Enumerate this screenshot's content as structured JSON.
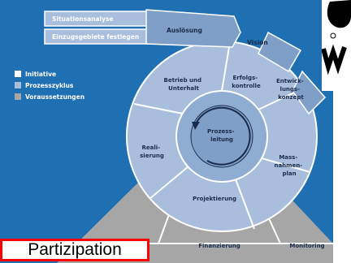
{
  "colors": {
    "background": "#1f6fb3",
    "ring": "#7f9fc8",
    "ring_light": "#a9bedd",
    "center": "#8facd2",
    "grey": "#a6a6a6",
    "white": "#ffffff",
    "dark_text": "#1a2b4a",
    "red": "#ff0000"
  },
  "top_labels": {
    "situationsanalyse": "Situationsanalyse",
    "einzugsgebiete": "Einzugsgebiete festlegen",
    "ausloesung": "Auslösung"
  },
  "legend": [
    {
      "label": "Initiative",
      "color": "#ffffff"
    },
    {
      "label": "Prozesszyklus",
      "color": "#a9bedd"
    },
    {
      "label": "Voraussetzungen",
      "color": "#a6a6a6"
    }
  ],
  "cycle": {
    "vision": "Vision",
    "entwicklungskonzept": [
      "Entwick-",
      "lungs-",
      "konzept"
    ],
    "erfolgskontrolle": [
      "Erfolgs-",
      "kontrolle"
    ],
    "betrieb": [
      "Betrieb und",
      "Unterhalt"
    ],
    "realisierung": [
      "Reali-",
      "sierung"
    ],
    "massnahmenplan": [
      "Mass-",
      "nahmen-",
      "plan"
    ],
    "projektierung": "Projektierung",
    "center": [
      "Prozess-",
      "leitung"
    ]
  },
  "bottom": {
    "finanzierung": "Finanzierung",
    "monitoring": "Monitoring",
    "partizipation": "Partizipation"
  },
  "logo": {
    "letter": "W",
    "mark": "©"
  }
}
